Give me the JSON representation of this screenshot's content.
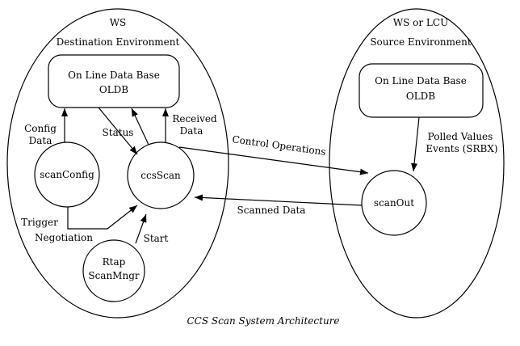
{
  "nodes": {
    "dest_env": {
      "title": "WS",
      "subtitle": "Destination Environment"
    },
    "src_env": {
      "title": "WS or LCU",
      "subtitle": "Source Environment"
    },
    "oldb_dest": {
      "line1": "On Line Data Base",
      "line2": "OLDB"
    },
    "oldb_src": {
      "line1": "On Line Data Base",
      "line2": "OLDB"
    },
    "scanconfig": {
      "label": "scanConfig"
    },
    "ccsscan": {
      "label": "ccsScan"
    },
    "rtap": {
      "line1": "Rtap",
      "line2": "ScanMngr"
    },
    "scanout": {
      "label": "scanOut"
    }
  },
  "edges": {
    "config_data": [
      "Config",
      "Data"
    ],
    "status": "Status",
    "received_data": [
      "Received",
      "Data"
    ],
    "control_operations": "Control Operations",
    "scanned_data": "Scanned Data",
    "trigger_negotiation": [
      "Trigger",
      "Negotiation"
    ],
    "start": "Start",
    "polled_values": [
      "Polled Values",
      "Events (SRBX)"
    ]
  },
  "caption": "CCS Scan System Architecture"
}
